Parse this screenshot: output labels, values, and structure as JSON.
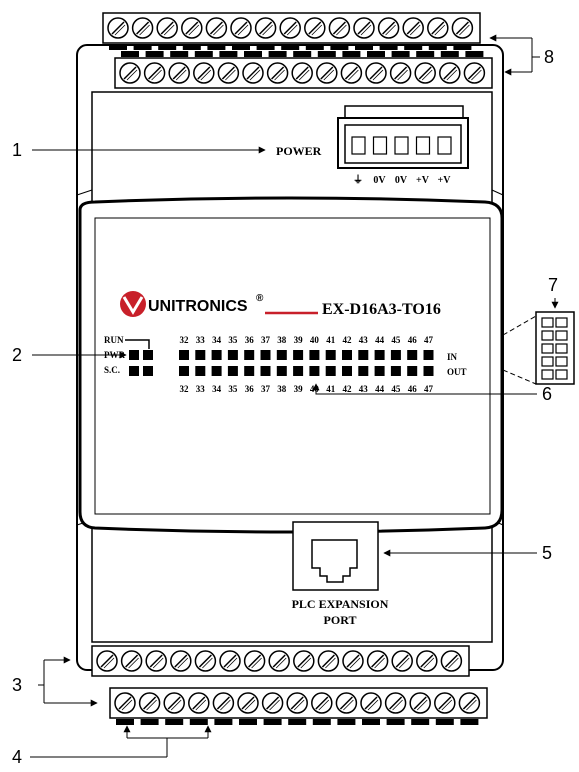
{
  "power": {
    "label": "POWER",
    "pin_labels": [
      "⏚",
      "0V",
      "0V",
      "+V",
      "+V"
    ]
  },
  "brand": {
    "name": "UNITRONICS",
    "reg_mark": "®",
    "model": "EX-D16A3-TO16"
  },
  "status_leds": [
    "RUN",
    "PWR",
    "S.C."
  ],
  "io_numbers": [
    "32",
    "33",
    "34",
    "35",
    "36",
    "37",
    "38",
    "39",
    "40",
    "41",
    "42",
    "43",
    "44",
    "45",
    "46",
    "47"
  ],
  "io_labels": {
    "in": "IN",
    "out": "OUT"
  },
  "expansion_port": {
    "line1": "PLC EXPANSION",
    "line2": "PORT"
  },
  "callouts": [
    "1",
    "2",
    "3",
    "4",
    "5",
    "6",
    "7",
    "8"
  ],
  "terminal_rows": {
    "top_back": 15,
    "top_front": 15,
    "bottom_front": 15,
    "bottom_back": 15
  }
}
